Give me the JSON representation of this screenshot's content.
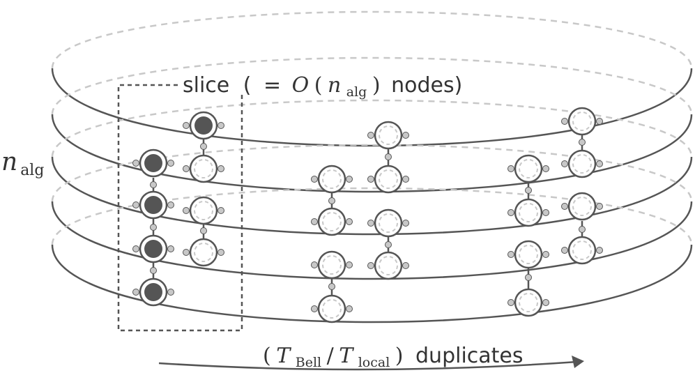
{
  "labels": {
    "slice": {
      "word": "slice",
      "open": "(",
      "equals": "=",
      "big_o": "O",
      "paren_open": "(",
      "n": "n",
      "n_sub": "alg",
      "paren_close": ")",
      "nodes": "nodes)"
    },
    "n_alg": {
      "n": "n",
      "sub": "alg"
    },
    "duplicates": {
      "open": "(",
      "t1": "T",
      "t1_sub": "Bell",
      "slash": "/",
      "t2": "T",
      "t2_sub": "local",
      "close": ")",
      "word": "duplicates"
    }
  },
  "colors": {
    "line": "#555555",
    "dashed": "#c8c8c8",
    "node_fill": "#555555",
    "port_fill": "#c8c8c8",
    "text": "#333333",
    "box": "#555555"
  },
  "layers": 5,
  "highlighted_slice_nodes": 5
}
